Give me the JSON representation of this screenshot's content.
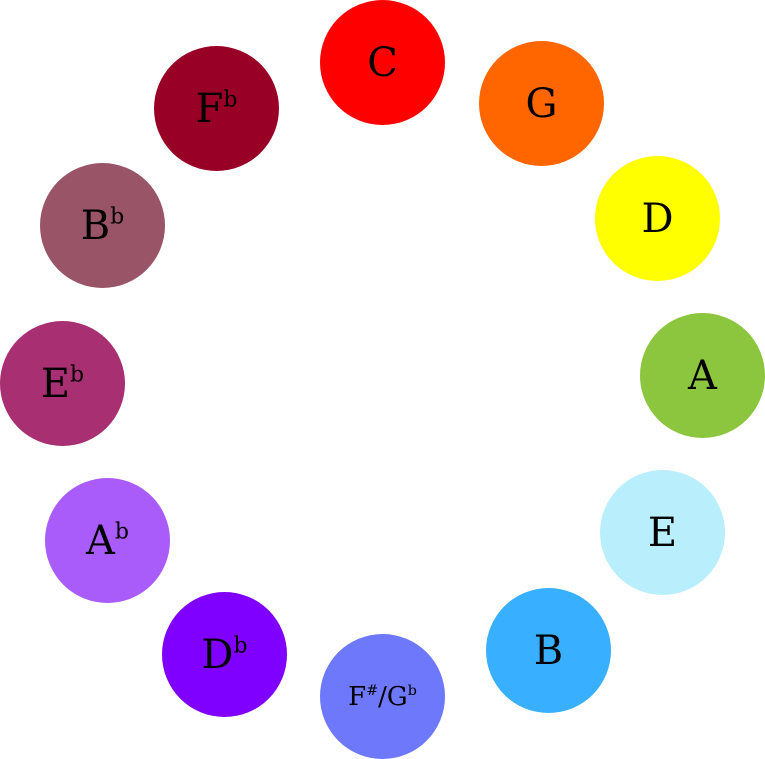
{
  "notes": [
    {
      "id": "c",
      "base": "C",
      "sup": "",
      "color": "#ff0000"
    },
    {
      "id": "g",
      "base": "G",
      "sup": "",
      "color": "#ff6600"
    },
    {
      "id": "d",
      "base": "D",
      "sup": "",
      "color": "#ffff00"
    },
    {
      "id": "a",
      "base": "A",
      "sup": "",
      "color": "#8cc63f"
    },
    {
      "id": "e",
      "base": "E",
      "sup": "",
      "color": "#b9eefc"
    },
    {
      "id": "b",
      "base": "B",
      "sup": "",
      "color": "#38b0ff"
    },
    {
      "id": "fsharp-gflat",
      "base": "F",
      "sup": "#",
      "base2": "/G",
      "sup2": "b",
      "color": "#6e78fb"
    },
    {
      "id": "dflat",
      "base": "D",
      "sup": "b",
      "color": "#7f00ff"
    },
    {
      "id": "aflat",
      "base": "A",
      "sup": "b",
      "color": "#aa5cfb"
    },
    {
      "id": "eflat",
      "base": "E",
      "sup": "b",
      "color": "#a82f72"
    },
    {
      "id": "bflat",
      "base": "B",
      "sup": "b",
      "color": "#9a5468"
    },
    {
      "id": "fflat",
      "base": "F",
      "sup": "b",
      "color": "#990026"
    }
  ]
}
